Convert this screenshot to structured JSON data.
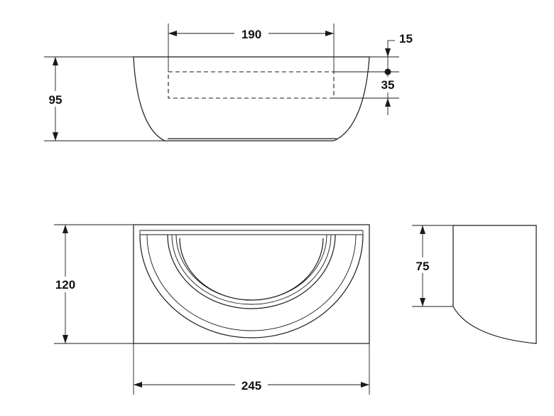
{
  "dimensions": {
    "top_width": "190",
    "top_offset": "15",
    "top_depth": "35",
    "total_height": "95",
    "front_height": "120",
    "front_width": "245",
    "side_height": "75"
  },
  "colors": {
    "line": "#1a1a1a",
    "background": "#ffffff"
  }
}
